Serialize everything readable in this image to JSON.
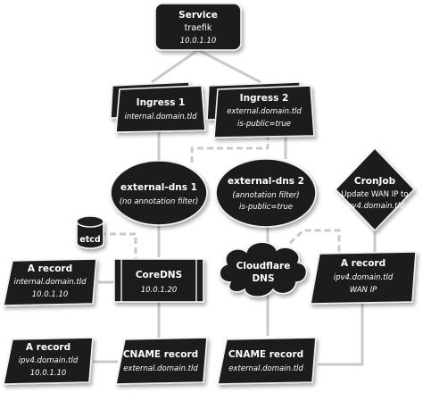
{
  "service": {
    "title": "Service",
    "name": "traefik",
    "ip": "10.0.1.10"
  },
  "ingress1": {
    "title": "Ingress 1",
    "host": "internal.domain.tld"
  },
  "ingress2": {
    "title": "Ingress 2",
    "host": "external.domain.tld",
    "annotation": "is-public=true"
  },
  "extdns1": {
    "title": "external-dns 1",
    "filter": "(no annotation filter)"
  },
  "extdns2": {
    "title": "external-dns 2",
    "filter": "(annotation filter)",
    "annotation": "is-public=true"
  },
  "cronjob": {
    "title": "CronJob",
    "line1": "Update WAN IP to",
    "line2": "ipv4.domain.tld"
  },
  "etcd": {
    "label": "etcd"
  },
  "arecord_internal": {
    "title": "A record",
    "host": "internal.domain.tld",
    "ip": "10.0.1.10"
  },
  "coredns": {
    "title": "CoreDNS",
    "ip": "10.0.1.20"
  },
  "cloudflare": {
    "line1": "Cloudflare",
    "line2": "DNS"
  },
  "arecord_ipv4_wan": {
    "title": "A record",
    "host": "ipv4.domain.tld",
    "ip": "WAN IP"
  },
  "arecord_ipv4_local": {
    "title": "A record",
    "host": "ipv4.domain.tld",
    "ip": "10.0.1.10"
  },
  "cname_left": {
    "title": "CNAME record",
    "host": "external.domain.tld"
  },
  "cname_right": {
    "title": "CNAME record",
    "host": "external.domain.tld"
  },
  "colors": {
    "node_fill": "#1f1f1f",
    "node_stroke": "#f2f2f2",
    "connector": "#c9c9c9",
    "text": "#ffffff",
    "background": "#ffffff"
  }
}
